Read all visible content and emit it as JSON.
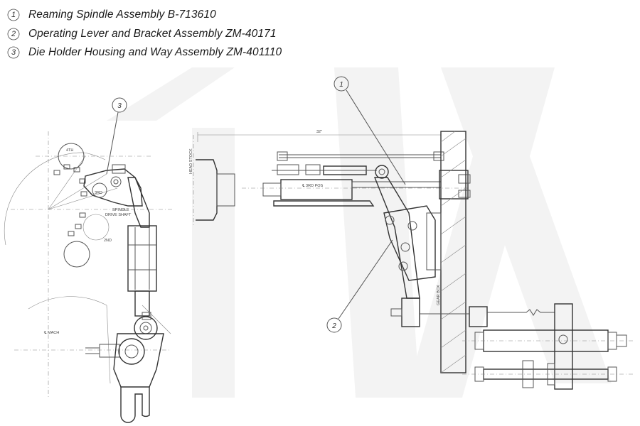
{
  "legend": [
    {
      "num": "1",
      "text": "Reaming Spindle Assembly B-713610"
    },
    {
      "num": "2",
      "text": "Operating Lever and Bracket Assembly ZM-40171"
    },
    {
      "num": "3",
      "text": "Die Holder Housing and Way Assembly ZM-401110"
    }
  ],
  "drawing": {
    "callouts": {
      "c1": "1",
      "c2": "2",
      "c3": "3"
    },
    "labels": {
      "fourth": "4TH",
      "third": "3RD",
      "second": "2ND",
      "spindle1": "SPINDLE",
      "spindle2": "DRIVE SHAFT",
      "mach": "℄ MACH",
      "headstock": "HEAD STOCK",
      "dim": "32\"",
      "third_pos": "℄ 3RD POS",
      "gearbox": "GEAR BOX"
    }
  },
  "colors": {
    "line": "#555555",
    "watermark": "#f2f2f2"
  }
}
